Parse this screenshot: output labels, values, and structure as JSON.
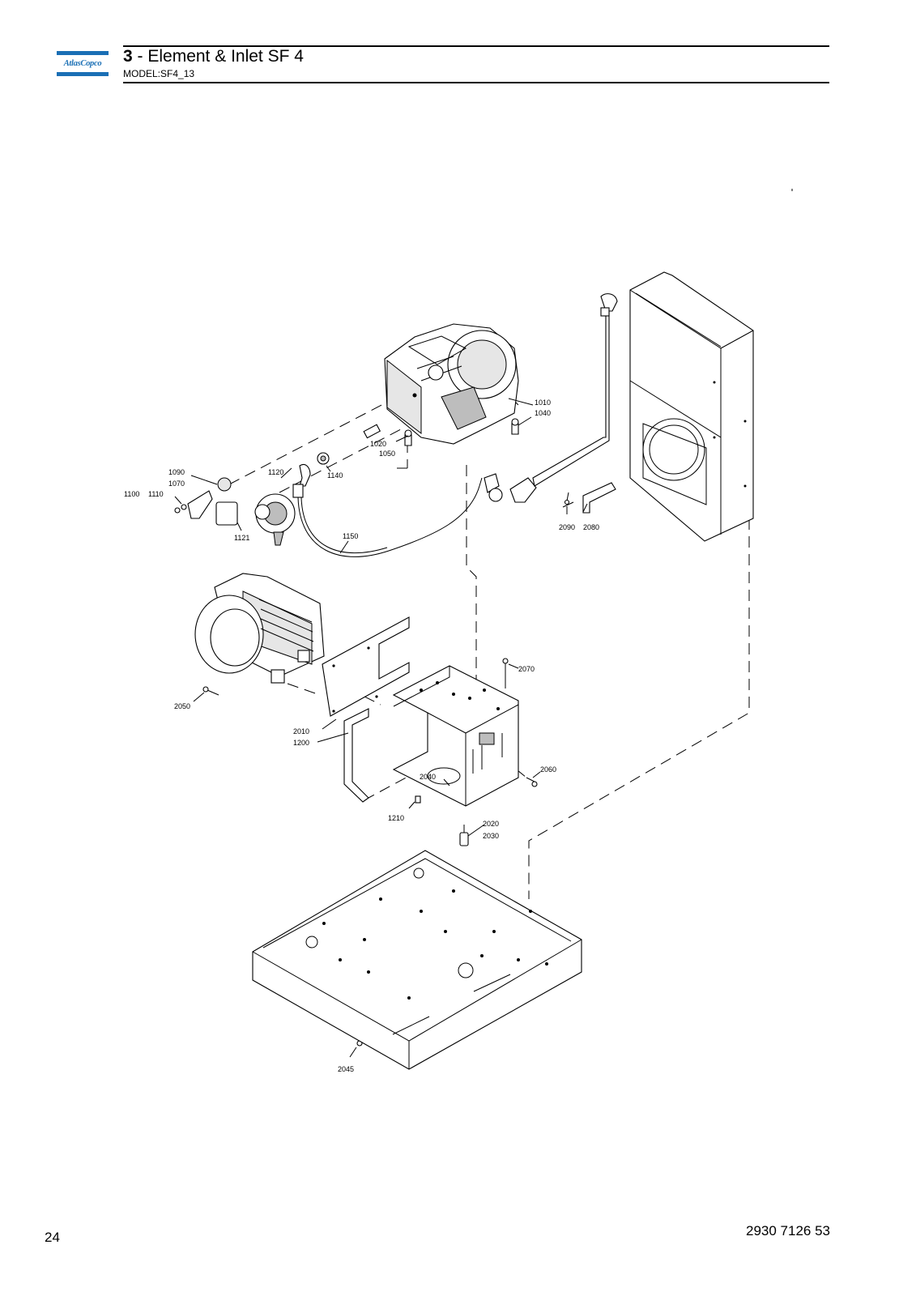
{
  "header": {
    "logo_text": "AtlasCopco",
    "section_number": "3",
    "section_title": " - Element & Inlet SF 4",
    "model": "MODEL:SF4_13"
  },
  "footer": {
    "page_number": "24",
    "document_number": "2930 7126 53"
  },
  "colors": {
    "brand_blue": "#1a6fb5",
    "line": "#000000"
  },
  "callouts": {
    "c1010": "1010",
    "c1040": "1040",
    "c1020": "1020",
    "c1050": "1050",
    "c1140": "1140",
    "c1120": "1120",
    "c1090": "1090",
    "c1070": "1070",
    "c1100": "1100",
    "c1110": "1110",
    "c1121": "1121",
    "c1150": "1150",
    "c2090": "2090",
    "c2080": "2080",
    "c2070": "2070",
    "c2050": "2050",
    "c2010": "2010",
    "c1200": "1200",
    "c2040": "2040",
    "c2060": "2060",
    "c1210": "1210",
    "c2020": "2020",
    "c2030": "2030",
    "c2045": "2045"
  }
}
